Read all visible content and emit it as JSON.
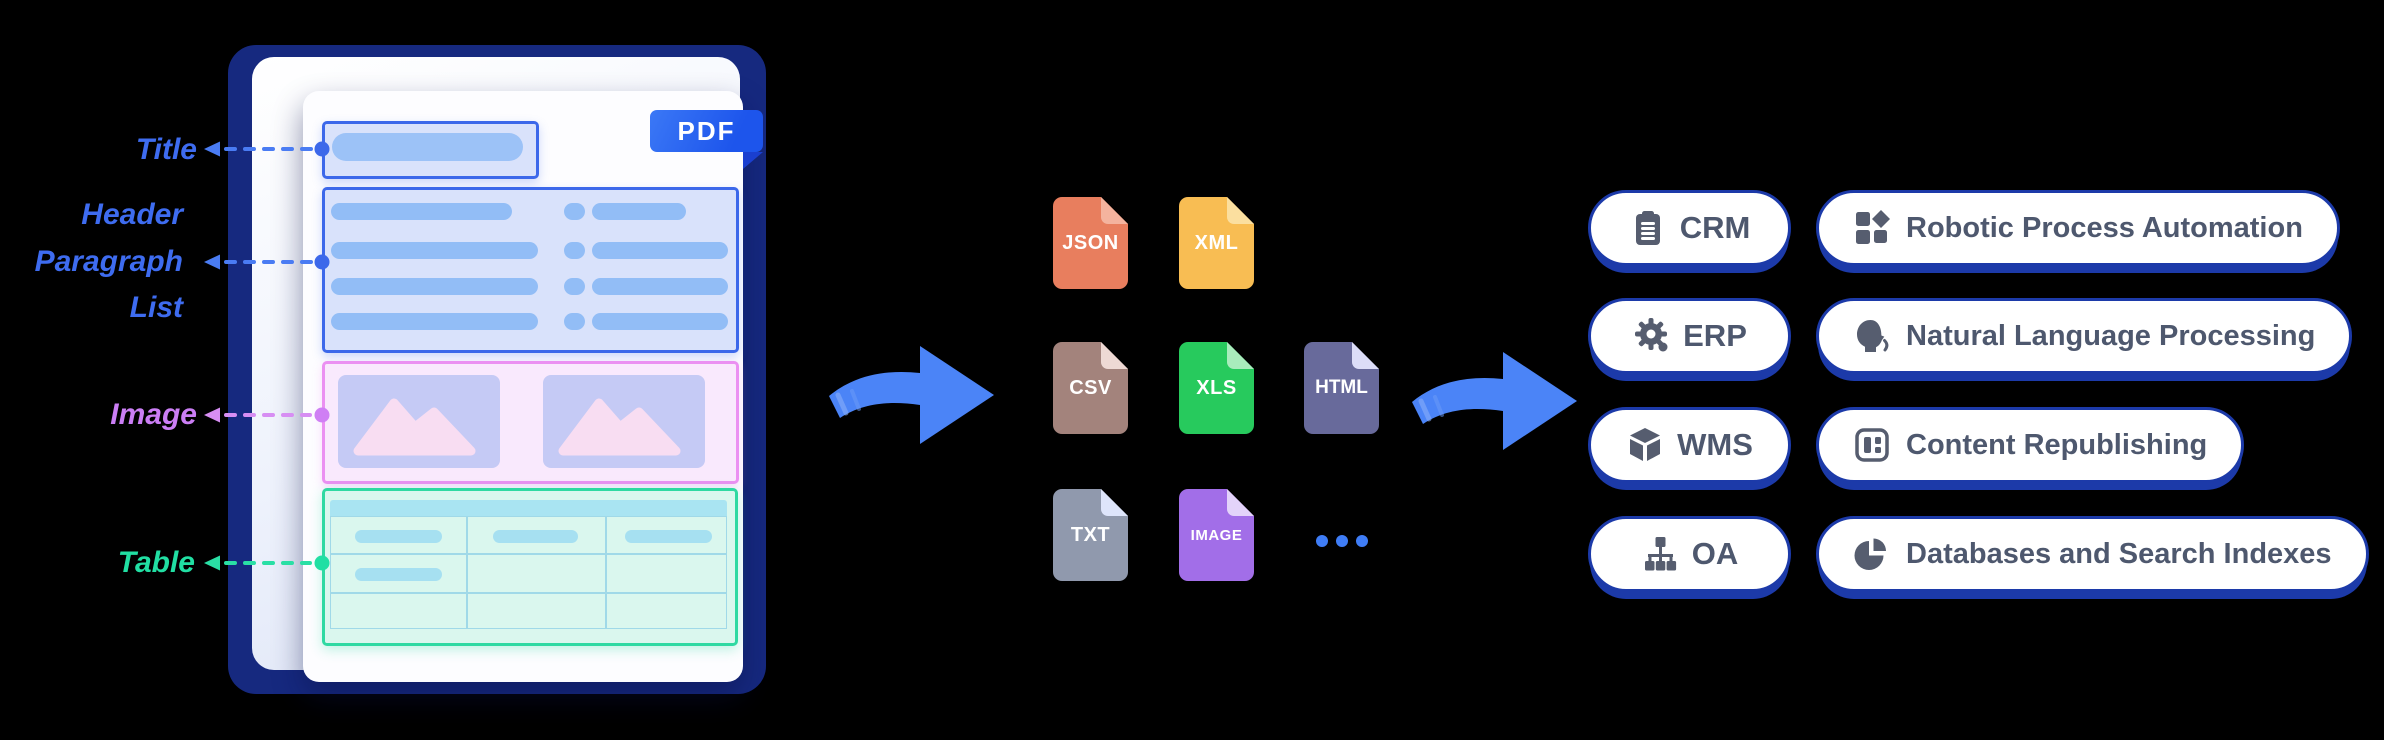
{
  "diagram": {
    "background_color": "#000000",
    "pdf_document": {
      "badge_label": "PDF",
      "annotations": [
        {
          "id": "title",
          "label": "Title",
          "color": "#3E6CF0"
        },
        {
          "id": "header",
          "label": "Header",
          "color": "#3E6CF0"
        },
        {
          "id": "paragraph",
          "label": "Paragraph",
          "color": "#3E6CF0"
        },
        {
          "id": "list",
          "label": "List",
          "color": "#3E6CF0"
        },
        {
          "id": "image",
          "label": "Image",
          "color": "#CB7EF5"
        },
        {
          "id": "table",
          "label": "Table",
          "color": "#21DFA3"
        }
      ],
      "table_preview": {
        "columns": 3,
        "rows": 3
      }
    },
    "file_formats": [
      {
        "label": "JSON",
        "color": "#E87E5E",
        "fold_color": "#F4B39E"
      },
      {
        "label": "XML",
        "color": "#F8BD53",
        "fold_color": "#FBDF9F"
      },
      {
        "label": "CSV",
        "color": "#A3837C",
        "fold_color": "#EED9D4"
      },
      {
        "label": "XLS",
        "color": "#27CA5D",
        "fold_color": "#A9ECBC"
      },
      {
        "label": "HTML",
        "color": "#686A9B",
        "fold_color": "#DCDDF8"
      },
      {
        "label": "TXT",
        "color": "#9099AD",
        "fold_color": "#DEE5FB"
      },
      {
        "label": "IMAGE",
        "color": "#A26EE8",
        "fold_color": "#E3D3FA"
      }
    ],
    "ellipsis": "...",
    "applications": [
      {
        "label": "CRM",
        "icon": "clipboard-icon"
      },
      {
        "label": "Robotic Process Automation",
        "icon": "blocks-icon"
      },
      {
        "label": "ERP",
        "icon": "gear-icon"
      },
      {
        "label": "Natural Language Processing",
        "icon": "speaking-head-icon"
      },
      {
        "label": "WMS",
        "icon": "package-box-icon"
      },
      {
        "label": "Content Republishing",
        "icon": "layout-icon"
      },
      {
        "label": "OA",
        "icon": "org-chart-icon"
      },
      {
        "label": "Databases and Search Indexes",
        "icon": "pie-chart-icon"
      }
    ],
    "accent_colors": {
      "flow_arrow_blue": "#4B84F7",
      "connector_blue": "#4A7CF3",
      "connector_pink": "#D78EF3",
      "connector_green": "#2ADFA5",
      "pill_border_navy": "#1C3AA9",
      "pill_text": "#4E586E",
      "app_icon_slate": "#565D6F",
      "back_page_navy": "#16297F",
      "pdf_badge_blue": "#1D55EC",
      "document_outline_blue": "#3C68EA",
      "image_outline_pink": "#EB90F2",
      "table_outline_green": "#2FD9A2"
    }
  }
}
